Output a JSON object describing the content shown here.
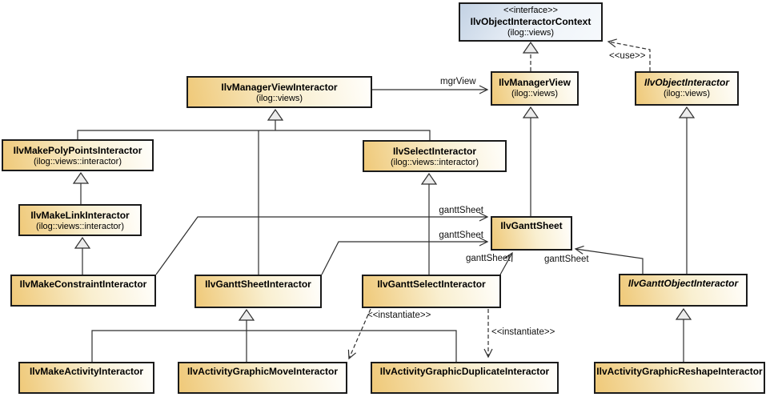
{
  "diagram": {
    "type": "uml-class-diagram",
    "classes": {
      "context": {
        "stereotype": "<<interface>>",
        "name": "IlvObjectInteractorContext",
        "package": "(ilog::views)",
        "kind": "interface"
      },
      "managerViewInteractor": {
        "name": "IlvManagerViewInteractor",
        "package": "(ilog::views)",
        "kind": "class"
      },
      "managerView": {
        "name": "IlvManagerView",
        "package": "(ilog::views)",
        "kind": "class"
      },
      "objectInteractor": {
        "name": "IlvObjectInteractor",
        "package": "(ilog::views)",
        "kind": "abstract-class"
      },
      "makePolyPointsInteractor": {
        "name": "IlvMakePolyPointsInteractor",
        "package": "(ilog::views::interactor)",
        "kind": "class"
      },
      "selectInteractor": {
        "name": "IlvSelectInteractor",
        "package": "(ilog::views::interactor)",
        "kind": "class"
      },
      "makeLinkInteractor": {
        "name": "IlvMakeLinkInteractor",
        "package": "(ilog::views::interactor)",
        "kind": "class"
      },
      "ganttSheet": {
        "name": "IlvGanttSheet",
        "kind": "class"
      },
      "makeConstraintInteractor": {
        "name": "IlvMakeConstraintInteractor",
        "kind": "class"
      },
      "ganttSheetInteractor": {
        "name": "IlvGanttSheetInteractor",
        "kind": "class"
      },
      "ganttSelectInteractor": {
        "name": "IlvGanttSelectInteractor",
        "kind": "class"
      },
      "ganttObjectInteractor": {
        "name": "IlvGanttObjectInteractor",
        "kind": "abstract-class"
      },
      "makeActivityInteractor": {
        "name": "IlvMakeActivityInteractor",
        "kind": "class"
      },
      "activityGraphicMoveInteractor": {
        "name": "IlvActivityGraphicMoveInteractor",
        "kind": "class"
      },
      "activityGraphicDuplicateInteractor": {
        "name": "IlvActivityGraphicDuplicateInteractor",
        "kind": "class"
      },
      "activityGraphicReshapeInteractor": {
        "name": "IlvActivityGraphicReshapeInteractor",
        "kind": "class"
      }
    },
    "edge_labels": {
      "mgrView": "mgrView",
      "ganttSheet": "ganttSheet",
      "use": "<<use>>",
      "instantiate": "<<instantiate>>"
    },
    "relationships": [
      {
        "from": "IlvManagerView",
        "to": "IlvObjectInteractorContext",
        "type": "realization"
      },
      {
        "from": "IlvObjectInteractor",
        "to": "IlvObjectInteractorContext",
        "type": "dependency",
        "label": "<<use>>"
      },
      {
        "from": "IlvManagerViewInteractor",
        "to": "IlvManagerView",
        "type": "association",
        "label": "mgrView"
      },
      {
        "from": "IlvMakePolyPointsInteractor",
        "to": "IlvManagerViewInteractor",
        "type": "generalization"
      },
      {
        "from": "IlvSelectInteractor",
        "to": "IlvManagerViewInteractor",
        "type": "generalization"
      },
      {
        "from": "IlvGanttSheetInteractor",
        "to": "IlvManagerViewInteractor",
        "type": "generalization"
      },
      {
        "from": "IlvMakeLinkInteractor",
        "to": "IlvMakePolyPointsInteractor",
        "type": "generalization"
      },
      {
        "from": "IlvMakeConstraintInteractor",
        "to": "IlvMakeLinkInteractor",
        "type": "generalization"
      },
      {
        "from": "IlvGanttSelectInteractor",
        "to": "IlvSelectInteractor",
        "type": "generalization"
      },
      {
        "from": "IlvGanttSheet",
        "to": "IlvManagerView",
        "type": "generalization"
      },
      {
        "from": "IlvGanttObjectInteractor",
        "to": "IlvObjectInteractor",
        "type": "generalization"
      },
      {
        "from": "IlvMakeConstraintInteractor",
        "to": "IlvGanttSheet",
        "type": "association",
        "label": "ganttSheet"
      },
      {
        "from": "IlvGanttSheetInteractor",
        "to": "IlvGanttSheet",
        "type": "association",
        "label": "ganttSheet"
      },
      {
        "from": "IlvGanttSelectInteractor",
        "to": "IlvGanttSheet",
        "type": "association",
        "label": "ganttSheet"
      },
      {
        "from": "IlvGanttObjectInteractor",
        "to": "IlvGanttSheet",
        "type": "association",
        "label": "ganttSheet"
      },
      {
        "from": "IlvGanttSelectInteractor",
        "to": "IlvActivityGraphicMoveInteractor",
        "type": "dependency",
        "label": "<<instantiate>>"
      },
      {
        "from": "IlvGanttSelectInteractor",
        "to": "IlvActivityGraphicDuplicateInteractor",
        "type": "dependency",
        "label": "<<instantiate>>"
      },
      {
        "from": "IlvMakeActivityInteractor",
        "to": "IlvGanttSheetInteractor",
        "type": "generalization"
      },
      {
        "from": "IlvActivityGraphicMoveInteractor",
        "to": "IlvGanttSheetInteractor",
        "type": "generalization"
      },
      {
        "from": "IlvActivityGraphicDuplicateInteractor",
        "to": "IlvGanttSheetInteractor",
        "type": "generalization"
      },
      {
        "from": "IlvActivityGraphicReshapeInteractor",
        "to": "IlvGanttObjectInteractor",
        "type": "generalization"
      }
    ],
    "colors": {
      "class_fill_dark": "#efc979",
      "class_fill_light": "#fffefb",
      "interface_fill_dark": "#c3d2e4",
      "interface_fill_light": "#f6f9fc",
      "border": "#1b1b1b",
      "line": "#2e2e2e",
      "triangle_fill": "#ececec"
    }
  }
}
